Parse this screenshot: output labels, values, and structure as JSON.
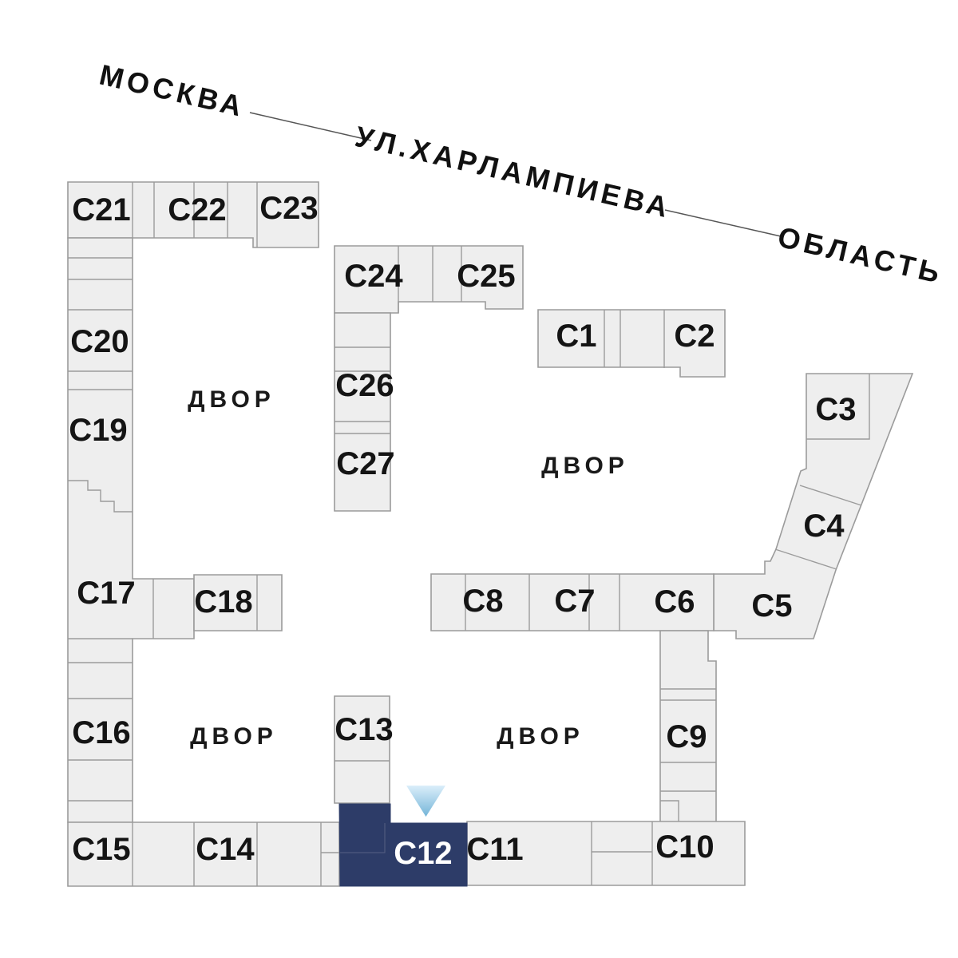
{
  "street": {
    "city": "МОСКВА",
    "name": "УЛ.ХАРЛАМПИЕВА",
    "region": "ОБЛАСТЬ"
  },
  "labels": {
    "courtyard": "ДВОР"
  },
  "selected": {
    "id": "С12"
  },
  "colors": {
    "building_fill": "#eeeeee",
    "building_border": "#9b9b9b",
    "selected_fill": "#2d3c68",
    "selected_text": "#ffffff",
    "label_text": "#141414",
    "arrow_gradient_top": "#dbeefa",
    "arrow_gradient_bottom": "#74b5d8"
  },
  "buildings": {
    "c1": {
      "label": "С1"
    },
    "c2": {
      "label": "С2"
    },
    "c3": {
      "label": "С3"
    },
    "c4": {
      "label": "С4"
    },
    "c5": {
      "label": "С5"
    },
    "c6": {
      "label": "С6"
    },
    "c7": {
      "label": "С7"
    },
    "c8": {
      "label": "С8"
    },
    "c9": {
      "label": "С9"
    },
    "c10": {
      "label": "С10"
    },
    "c11": {
      "label": "С11"
    },
    "c12": {
      "label": "С12"
    },
    "c13": {
      "label": "С13"
    },
    "c14": {
      "label": "С14"
    },
    "c15": {
      "label": "С15"
    },
    "c16": {
      "label": "С16"
    },
    "c17": {
      "label": "С17"
    },
    "c18": {
      "label": "С18"
    },
    "c19": {
      "label": "С19"
    },
    "c20": {
      "label": "С20"
    },
    "c21": {
      "label": "С21"
    },
    "c22": {
      "label": "С22"
    },
    "c23": {
      "label": "С23"
    },
    "c24": {
      "label": "С24"
    },
    "c25": {
      "label": "С25"
    },
    "c26": {
      "label": "С26"
    },
    "c27": {
      "label": "С27"
    }
  }
}
